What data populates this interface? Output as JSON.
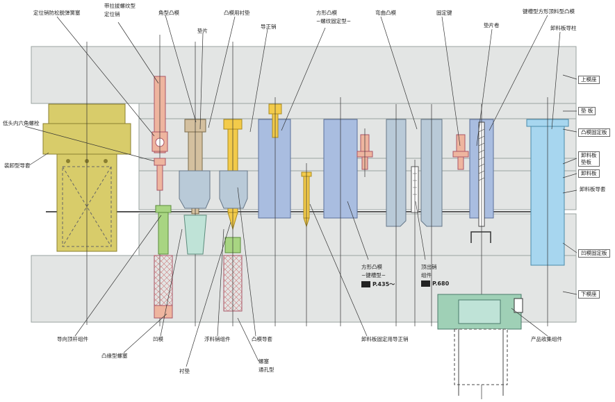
{
  "colors": {
    "plate": "#e3e5e4",
    "plate_edge": "#9aa3a0",
    "yellow_post": "#d8cc6a",
    "salmon": "#eeb59f",
    "tan": "#d4c09f",
    "gold": "#f3cb4a",
    "blue": "#a9bde0",
    "grayblue": "#b9cad8",
    "lightblue": "#a7d6ef",
    "green": "#a8d582",
    "teal": "#9fd0b6",
    "lightteal": "#bfe3d7"
  },
  "labels": {
    "top_1": "定位销防松脱弹簧塞",
    "top_2a": "带拉拔螺纹型",
    "top_2b": "定位销",
    "top_3": "角型凸模",
    "top_4": "垫片",
    "top_5": "凸模用衬垫",
    "top_6": "导正销",
    "top_7a": "方形凸模",
    "top_7b": "−螺纹固定型−",
    "top_8": "弯曲凸模",
    "top_9": "固定键",
    "top_10": "垫片卷",
    "top_11": "键槽型方形顶料型凸模",
    "top_12": "卸料板导柱",
    "left_1": "低头内六角螺栓",
    "left_2": "装卸型导套",
    "right_1": "上模座",
    "right_2": "垫 板",
    "right_3": "凸模固定板",
    "right_4a": "卸料板",
    "right_4b": "垫板",
    "right_5": "卸料板",
    "right_6": "卸料板导套",
    "right_7": "凹模固定板",
    "right_8": "下模座",
    "mid_1a": "方形凸模",
    "mid_1b": "−键槽型−",
    "mid_1ref": "P.435～",
    "mid_2a": "顶出销",
    "mid_2b": "组件",
    "mid_2ref": "P.680",
    "bot_1": "导向顶杆组件",
    "bot_2": "凹模",
    "bot_3": "浮料销组件",
    "bot_4": "凸模导套",
    "bot_5": "卸料板固定用导正销",
    "bot_6": "产品收集组件",
    "bot_7": "凸缘型螺塞",
    "bot_8a": "螺塞",
    "bot_8b": "通孔型",
    "bot_9": "衬垫"
  }
}
